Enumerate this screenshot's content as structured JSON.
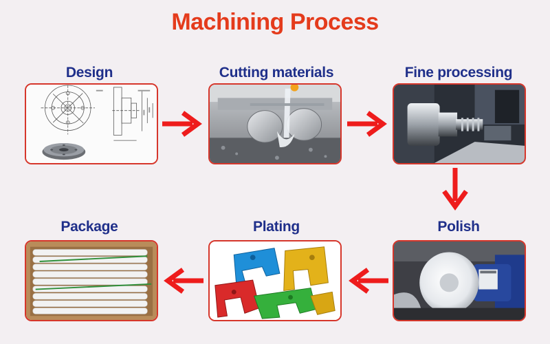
{
  "title": "Machining Process",
  "colors": {
    "title": "#e43b1c",
    "label": "#1f2f8a",
    "arrow": "#ee1c1c",
    "frame_border": "#d6362b",
    "background": "#f3eff2"
  },
  "steps": [
    {
      "label": "Design",
      "image": "technical-drawing"
    },
    {
      "label": "Cutting materials",
      "image": "saw-cutting-with-coolant"
    },
    {
      "label": "Fine processing",
      "image": "cnc-lathe-spindle"
    },
    {
      "label": "Polish",
      "image": "bench-polishing-wheel"
    },
    {
      "label": "Plating",
      "image": "anodized-colored-parts"
    },
    {
      "label": "Package",
      "image": "wrapped-rods-in-box"
    }
  ],
  "flow": [
    "Design",
    "Cutting materials",
    "Fine processing",
    "Polish",
    "Plating",
    "Package"
  ]
}
